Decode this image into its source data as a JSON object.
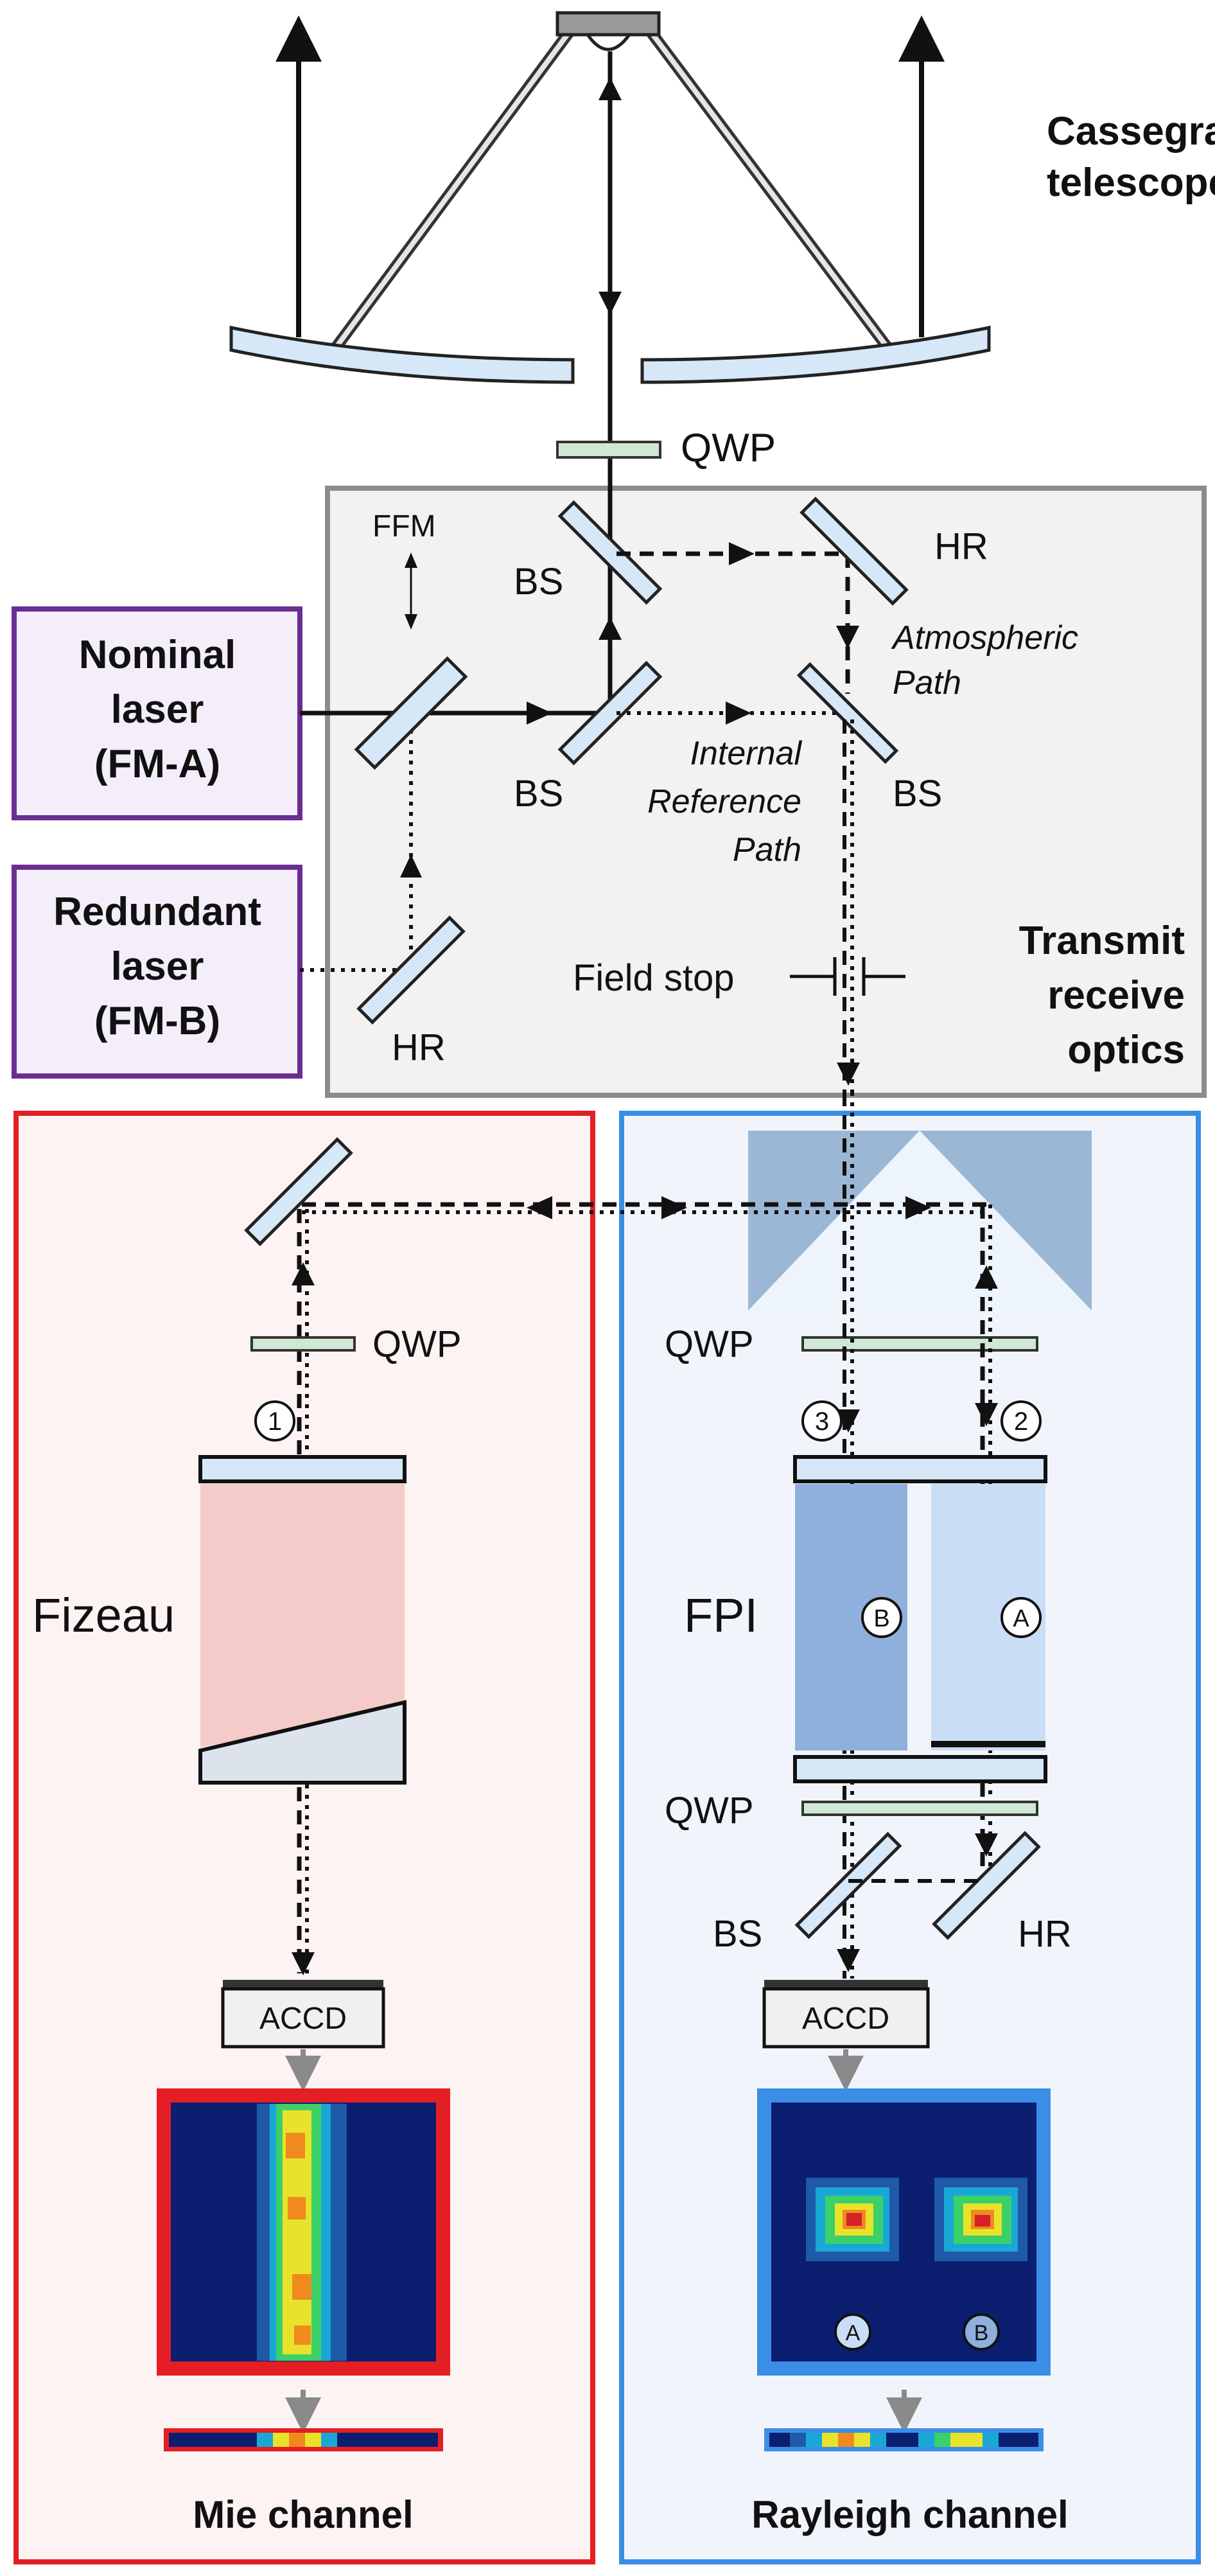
{
  "labels": {
    "telescope_line1": "Cassegrain",
    "telescope_line2": "telescope",
    "qwp": "QWP",
    "ffm": "FFM",
    "hr": "HR",
    "bs": "BS",
    "atmospheric_path_line1": "Atmospheric",
    "atmospheric_path_line2": "Path",
    "internal_ref_line1": "Internal",
    "internal_ref_line2": "Reference",
    "internal_ref_line3": "Path",
    "field_stop": "Field stop",
    "tro_line1": "Transmit",
    "tro_line2": "receive",
    "tro_line3": "optics",
    "fizeau": "Fizeau",
    "fpi": "FPI",
    "accd": "ACCD",
    "mie_channel": "Mie channel",
    "rayleigh_channel": "Rayleigh channel"
  },
  "lasers": {
    "nominal": {
      "line1": "Nominal",
      "line2": "laser",
      "line3": "(FM-A)"
    },
    "redundant": {
      "line1": "Redundant",
      "line2": "laser",
      "line3": "(FM-B)"
    }
  },
  "markers": {
    "path_1": "1",
    "path_2": "2",
    "path_3": "3",
    "fpi_a": "A",
    "fpi_b": "B",
    "spot_a": "A",
    "spot_b": "B"
  },
  "colors": {
    "laser_border": "#6a2d91",
    "laser_fill": "#f3eefa",
    "mie_border": "#e31e24",
    "mie_fill": "#fdf3f3",
    "rayleigh_border": "#3a8ee6",
    "rayleigh_fill": "#f1f5fb",
    "tro_border": "#8c8c8c",
    "tro_fill": "#f2f2f2",
    "optic_blue": "#d6e8f7",
    "qwp_green": "#cfe8d4",
    "fizeau_pink": "#f4cbc8",
    "fpi_dark": "#8fb0dc",
    "fpi_light": "#c9def6",
    "prism": "#9bb7d6"
  }
}
